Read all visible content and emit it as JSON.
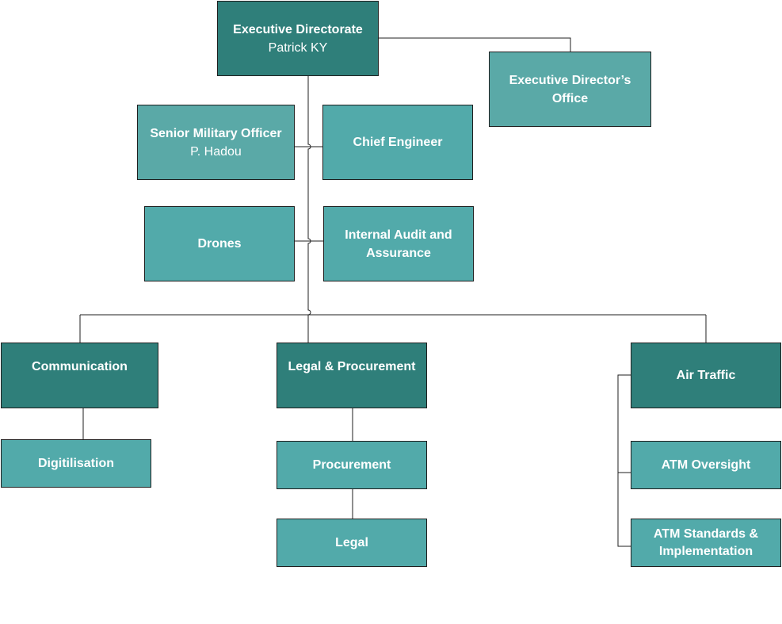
{
  "units": [
    {
      "key": "exec",
      "title": "Executive Directorate",
      "subtitle": "Patrick KY"
    },
    {
      "key": "edoffice",
      "title": "Executive Director’s Office"
    },
    {
      "key": "smo",
      "title": "Senior Military Officer",
      "subtitle": "P. Hadou"
    },
    {
      "key": "chief",
      "title": "Chief Engineer"
    },
    {
      "key": "drones",
      "title": "Drones"
    },
    {
      "key": "audit",
      "title": "Internal Audit and Assurance"
    },
    {
      "key": "comm",
      "title": "Communication"
    },
    {
      "key": "digit",
      "title": "Digitilisation"
    },
    {
      "key": "legalproc",
      "title": "Legal & Procurement"
    },
    {
      "key": "proc",
      "title": "Procurement"
    },
    {
      "key": "legal",
      "title": "Legal"
    },
    {
      "key": "air",
      "title": "Air Traffic"
    },
    {
      "key": "atmo",
      "title": "ATM Oversight"
    },
    {
      "key": "atms",
      "title": "ATM Standards & Implementation"
    }
  ],
  "colors": {
    "dark": "#2f7f7a",
    "medium": "#5aa9a7",
    "light": "#52aaaa",
    "line": "#1f1f1f"
  }
}
